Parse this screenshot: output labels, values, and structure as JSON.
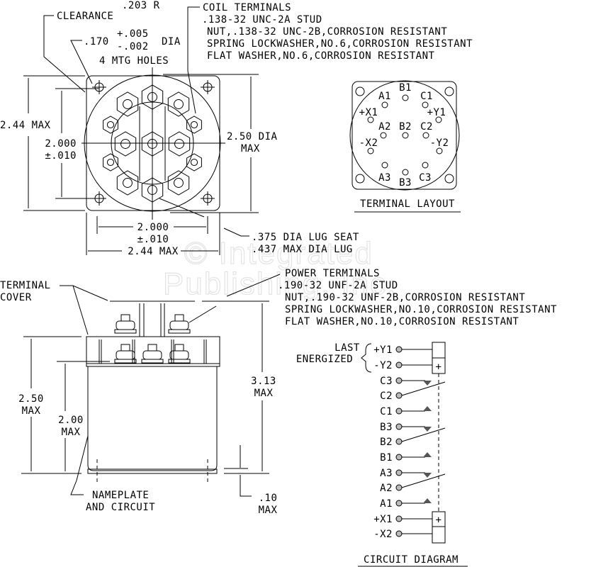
{
  "watermark": {
    "line1": "© Integrated",
    "line2": "Publishing, Inc."
  },
  "top_view": {
    "clearance_value": ".203 R",
    "clearance_label": "CLEARANCE",
    "hole_dia": ".170",
    "hole_tol_plus": "+.005",
    "hole_tol_minus": "-.002",
    "hole_dia_suffix": "DIA",
    "mtg_holes": "4 MTG HOLES",
    "coil_terminals": {
      "title": "COIL TERMINALS",
      "lines": [
        ".138-32 UNC-2A STUD",
        "NUT,.138-32 UNC-2B,CORROSION RESISTANT",
        "SPRING LOCKWASHER,NO.6,CORROSION RESISTANT",
        "FLAT WASHER,NO.6,CORROSION RESISTANT"
      ]
    },
    "dim_height": "2.44 MAX",
    "dim_hole_spacing_v": "2.000",
    "dim_hole_spacing_v_tol": "±.010",
    "dim_dia": "2.50 DIA",
    "dim_dia_max": "MAX",
    "dim_hole_spacing_h": "2.000",
    "dim_hole_spacing_h_tol": "±.010",
    "dim_width": "2.44 MAX",
    "lug_seat": ".375 DIA LUG SEAT",
    "lug_max": ".437 MAX DIA LUG"
  },
  "terminal_layout": {
    "title": "TERMINAL LAYOUT",
    "labels": [
      "B1",
      "A1",
      "C1",
      "+X1",
      "+Y1",
      "A2",
      "B2",
      "C2",
      "-X2",
      "-Y2",
      "A3",
      "B3",
      "C3"
    ]
  },
  "side_view": {
    "terminal_cover": [
      "TERMINAL",
      "COVER"
    ],
    "power_terminals": {
      "title": "POWER TERMINALS",
      "lines": [
        ".190-32 UNF-2A STUD",
        "NUT,.190-32 UNF-2B,CORROSION RESISTANT",
        "SPRING LOCKWASHER,NO.10,CORROSION RESISTANT",
        "FLAT WASHER,NO.10,CORROSION RESISTANT"
      ]
    },
    "dim_250": [
      "2.50",
      "MAX"
    ],
    "dim_200": [
      "2.00",
      "MAX"
    ],
    "dim_313": [
      "3.13",
      "MAX"
    ],
    "dim_010": [
      ".10",
      "MAX"
    ],
    "nameplate": [
      "NAMEPLATE",
      "AND CIRCUIT"
    ]
  },
  "circuit_diagram": {
    "title": "CIRCUIT DIAGRAM",
    "last_energized": [
      "LAST",
      "ENERGIZED"
    ],
    "coil_plus": "+",
    "terminals": [
      "+Y1",
      "-Y2",
      "C3",
      "C2",
      "C1",
      "B3",
      "B2",
      "B1",
      "A3",
      "A2",
      "A1",
      "+X1",
      "-X2"
    ]
  }
}
